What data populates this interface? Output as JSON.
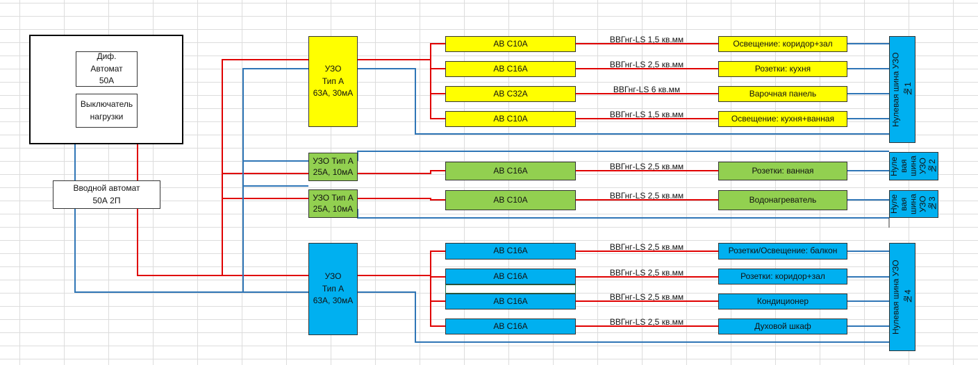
{
  "main_panel": {
    "dif_automat": "Диф.\nАвтомат\n50А",
    "load_switch": "Выключатель\nнагрузки"
  },
  "input_breaker": "Вводной автомат\n50А 2П",
  "rcd": {
    "rcd1": "УЗО\nТип А\n63А, 30мА",
    "rcd2": "УЗО Тип А\n25А, 10мА",
    "rcd3": "УЗО Тип А\n25А, 10мА",
    "rcd4": "УЗО\nТип А\n63А, 30мА"
  },
  "breakers": [
    "АВ С10А",
    "АВ С16А",
    "АВ С32А",
    "АВ С10А",
    "АВ С16А",
    "АВ С10А",
    "АВ С16А",
    "АВ С16А",
    "АВ С16А",
    "АВ С16А"
  ],
  "cables": [
    "ВВГнг-LS 1,5 кв.мм",
    "ВВГнг-LS 2,5 кв.мм",
    "ВВГнг-LS 6 кв.мм",
    "ВВГнг-LS 1,5 кв.мм",
    "ВВГнг-LS 2,5 кв.мм",
    "ВВГнг-LS 2,5 кв.мм",
    "ВВГнг-LS 2,5 кв.мм",
    "ВВГнг-LS 2,5 кв.мм",
    "ВВГнг-LS 2,5 кв.мм",
    "ВВГнг-LS 2,5 кв.мм"
  ],
  "loads": [
    "Освещение: коридор+зал",
    "Розетки: кухня",
    "Варочная панель",
    "Освещение: кухня+ванная",
    "Розетки: ванная",
    "Водонагреватель",
    "Розетки/Освещение: балкон",
    "Розетки: коридор+зал",
    "Кондиционер",
    "Духовой шкаф"
  ],
  "neutral_bars": {
    "bar1": "Нулевая шина УЗО\n№1",
    "bar2": "Нуле\nвая\nшина\nУЗО\n№2",
    "bar3": "Нуле\nвая\nшина\nУЗО\n№3",
    "bar4": "Нулевая шина УЗО\n№4"
  },
  "colors": {
    "phase": "#e00000",
    "neutral": "#2e75b6",
    "yellow": "#ffff00",
    "green": "#92d050",
    "blue": "#00b0f0"
  }
}
